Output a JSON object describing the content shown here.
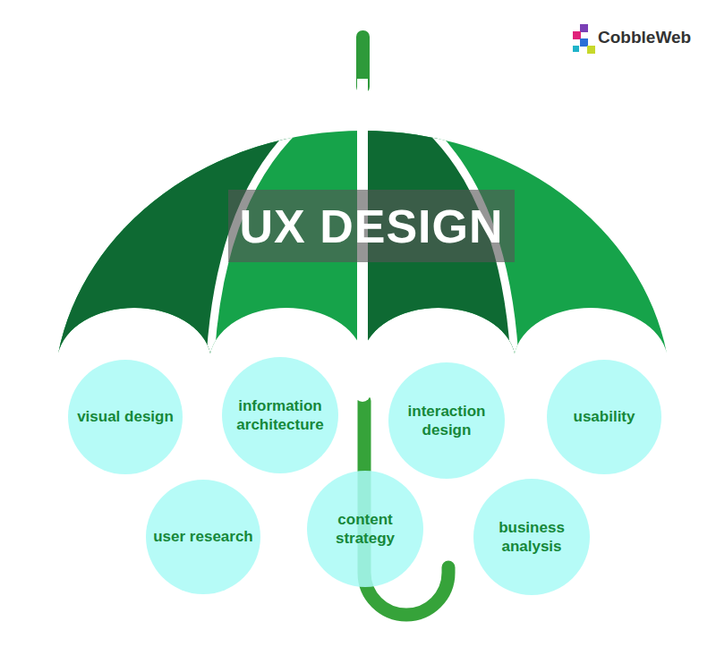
{
  "diagram": {
    "title": "UX DESIGN",
    "nodes": [
      {
        "text": [
          "visual design"
        ]
      },
      {
        "text": [
          "information architecture"
        ]
      },
      {
        "text": [
          "interaction design"
        ]
      },
      {
        "text": [
          "usability"
        ]
      },
      {
        "text": [
          "user research"
        ]
      },
      {
        "text": [
          "content strategy"
        ]
      },
      {
        "text": [
          "business analysis"
        ]
      }
    ],
    "edges": [],
    "labels": [
      "CobbleWeb"
    ]
  }
}
